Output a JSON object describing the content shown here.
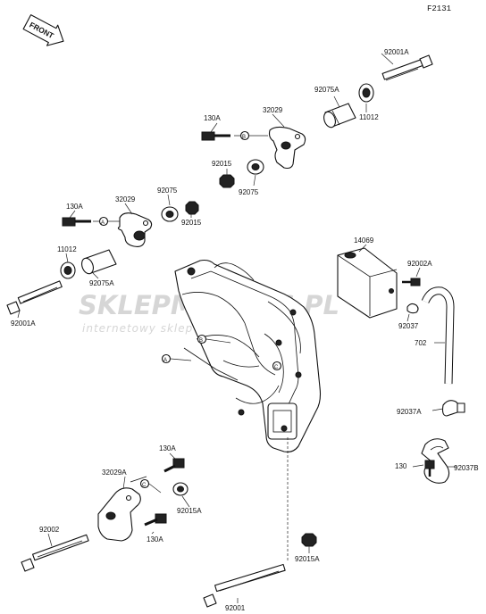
{
  "figure_code": "F2131",
  "front_label": "FRONT",
  "watermark": {
    "brand": "SKLEPMOTO46.PL",
    "tagline": "internetowy sklep motocyklowy",
    "color": "#c9c9c9",
    "accent": "#e04848"
  },
  "labels": {
    "p92001A_top": "92001A",
    "p92075A_top": "92075A",
    "p11012_top": "11012",
    "p130A_1": "130A",
    "p32029_top": "32029",
    "p92015_mid": "92015",
    "p92075_mid": "92075",
    "p130A_2": "130A",
    "p32029_mid": "32029",
    "p92075_mid2": "92075",
    "p92015_mid2": "92015",
    "p11012_left": "11012",
    "p92075A_left": "92075A",
    "p92001A_left": "92001A",
    "p14069": "14069",
    "p92002A": "92002A",
    "p92037": "92037",
    "p702": "702",
    "p92037A": "92037A",
    "p130_right": "130",
    "p92037B": "92037B",
    "p130A_3": "130A",
    "p32029A": "32029A",
    "p92015A_mid": "92015A",
    "p130A_4": "130A",
    "p92002": "92002",
    "p92015A_low": "92015A",
    "p92001": "92001"
  },
  "callouts": {
    "A": "A",
    "B": "B",
    "C": "C"
  }
}
